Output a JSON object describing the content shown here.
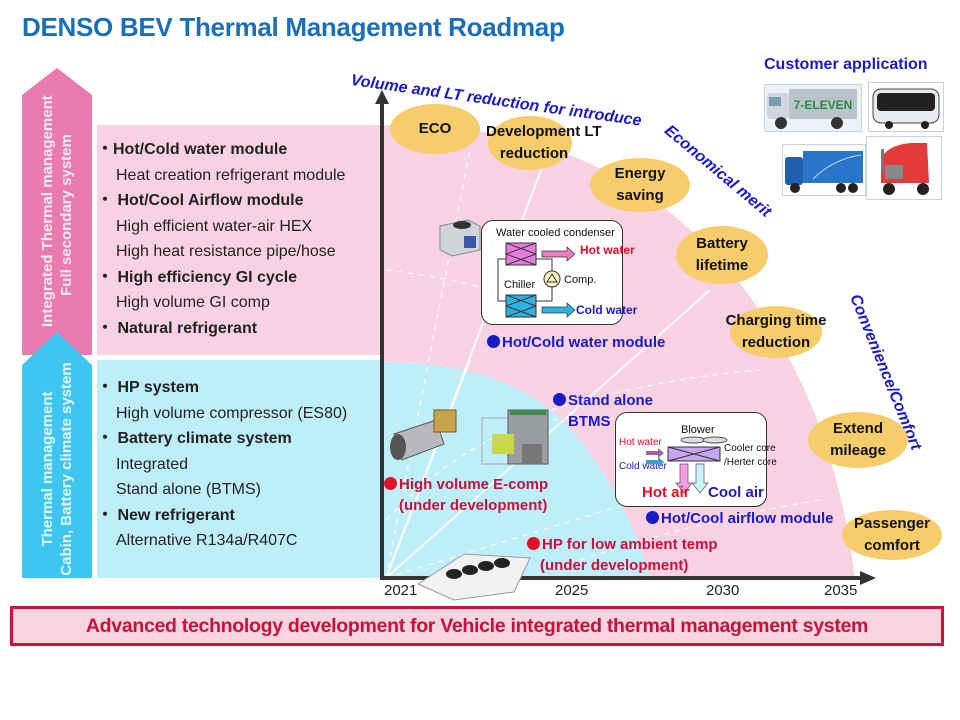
{
  "title": "DENSO BEV Thermal Management Roadmap",
  "left_axis": {
    "upper_label_line1": "Integrated Thermal management",
    "upper_label_line2": "Full secondary system",
    "lower_label_line1": "Thermal management",
    "lower_label_line2": "Cabin, Battery climate system"
  },
  "upper_panel": [
    {
      "text": "・Hot/Cold water module",
      "bold": true
    },
    {
      "text": "Heat creation refrigerant module",
      "bold": false
    },
    {
      "text": "・ Hot/Cool Airflow module",
      "bold": true
    },
    {
      "text": "High efficient water-air HEX",
      "bold": false
    },
    {
      "text": "High heat resistance pipe/hose",
      "bold": false
    },
    {
      "text": "・ High efficiency GI cycle",
      "bold": true
    },
    {
      "text": "High volume GI comp",
      "bold": false
    },
    {
      "text": "・ Natural refrigerant",
      "bold": true
    }
  ],
  "lower_panel": [
    {
      "text": "・ HP system",
      "bold": true
    },
    {
      "text": "High volume compressor (ES80)",
      "bold": false
    },
    {
      "text": "・ Battery climate system",
      "bold": true
    },
    {
      "text": "Integrated",
      "bold": false
    },
    {
      "text": "Stand alone (BTMS)",
      "bold": false
    },
    {
      "text": "・ New refrigerant",
      "bold": true
    },
    {
      "text": "Alternative R134a/R407C",
      "bold": false
    }
  ],
  "arc_labels": {
    "volume": "Volume and LT reduction for introduce",
    "economical": "Economical merit",
    "convenience": "Convenience/Comfort"
  },
  "merits": [
    {
      "label": "ECO"
    },
    {
      "label": "Development LT reduction"
    },
    {
      "label": "Energy saving"
    },
    {
      "label": "Battery lifetime"
    },
    {
      "label": "Charging time reduction"
    },
    {
      "label": "Extend mileage"
    },
    {
      "label": "Passenger comfort"
    }
  ],
  "customer_application": {
    "title": "Customer application",
    "vehicles": [
      "delivery-truck-7-eleven",
      "fuel-cell-bus",
      "blue-heavy-truck",
      "red-tractor-truck"
    ],
    "seven_eleven_text": "7-ELEVEN"
  },
  "water_module_diagram": {
    "condenser_label": "Water cooled condenser",
    "hot_water": "Hot water",
    "comp": "Comp.",
    "chiller": "Chiller",
    "cold_water": "Cold water"
  },
  "airflow_module_diagram": {
    "blower": "Blower",
    "hot_water": "Hot water",
    "cold_water": "Cold water",
    "core_line1": "Cooler core",
    "core_line2": "/Herter core",
    "hot_air": "Hot air",
    "cool_air": "Cool air"
  },
  "products": [
    {
      "label": "Hot/Cold water module",
      "status": "blue"
    },
    {
      "label": "Stand alone BTMS",
      "status": "blue"
    },
    {
      "label": "High volume E-comp (under development)",
      "status": "red"
    },
    {
      "label": "HP for low ambient temp (under development)",
      "status": "red"
    },
    {
      "label": "Hot/Cool airflow module",
      "status": "blue"
    }
  ],
  "product_lines": {
    "hotcold": "Hot/Cold water module",
    "btms_1": "Stand alone",
    "btms_2": "BTMS",
    "ecomp_1": "High volume E-comp",
    "ecomp_2": "(under development)",
    "hp_1": "HP for low ambient temp",
    "hp_2": "(under development)",
    "airflow": "Hot/Cool airflow module"
  },
  "timeline_years": [
    "2021",
    "2025",
    "2030",
    "2035"
  ],
  "footer": "Advanced technology development for Vehicle integrated thermal management system",
  "colors": {
    "title_blue": "#1a6fb8",
    "pink_region": "#f8d2e2",
    "blue_region": "#bfeefb",
    "pink_arrow": "#e97bb0",
    "blue_arrow": "#3ec6f0",
    "merit_oval": "#f7cd6c",
    "arc_label": "#1a1ac8",
    "dev_red": "#c8103a",
    "product_blue": "#1a1ac8"
  }
}
